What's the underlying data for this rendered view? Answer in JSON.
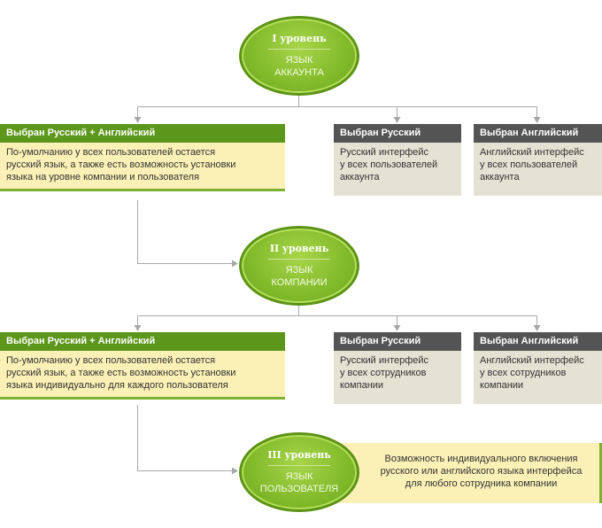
{
  "levels": [
    {
      "title": "I уровень",
      "subtitle_line1": "ЯЗЫК",
      "subtitle_line2": "АККАУНТА"
    },
    {
      "title": "II уровень",
      "subtitle_line1": "ЯЗЫК",
      "subtitle_line2": "КОМПАНИИ"
    },
    {
      "title": "III уровень",
      "subtitle_line1": "ЯЗЫК",
      "subtitle_line2": "ПОЛЬЗОВАТЕЛЯ"
    }
  ],
  "account_options": [
    {
      "title": "Выбран Русский + Английский",
      "lines": [
        "По-умолчанию у всех пользователей остается",
        "русский язык, а также есть возможность установки",
        "языка на уровне компании и пользователя"
      ]
    },
    {
      "title": "Выбран Русский",
      "lines": [
        "Русский интерфейс",
        "у всех пользователей",
        "аккаунта"
      ]
    },
    {
      "title": "Выбран Английский",
      "lines": [
        "Английский интерфейс",
        "у всех пользователей",
        "аккаунта"
      ]
    }
  ],
  "company_options": [
    {
      "title": "Выбран Русский + Английский",
      "lines": [
        "По-умолчанию у всех пользователей остается",
        "русский язык, а также есть возможность установки",
        "языка индивидуально для каждого пользователя"
      ]
    },
    {
      "title": "Выбран Русский",
      "lines": [
        "Русский интерфейс",
        "у всех сотрудников",
        "компании"
      ]
    },
    {
      "title": "Выбран Английский",
      "lines": [
        "Английский интерфейс",
        "у всех сотрудников",
        "компании"
      ]
    }
  ],
  "user_level_note": {
    "lines": [
      "Возможность индивидуального включения",
      "русского или английского языка интерфейса",
      "для любого сотрудника компании"
    ]
  },
  "colors": {
    "level_green": "#84bc2c",
    "option_header_green": "#5c961a",
    "option_header_gray": "#545454",
    "option_body_yellow": "#fbf0b6",
    "option_body_beige": "#e4e2d3",
    "connector": "#a8a8a8"
  }
}
